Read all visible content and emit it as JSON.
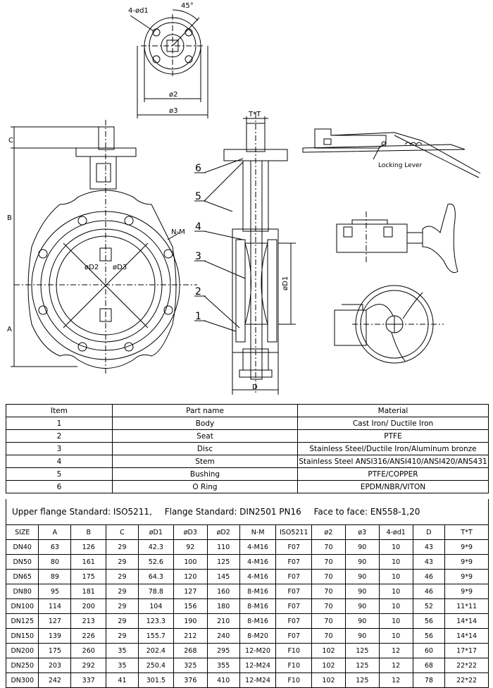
{
  "drawing": {
    "top_flange_labels": {
      "holes": "4-ød1",
      "angle": "45°",
      "pcd": "ø2",
      "od": "ø3"
    },
    "side_labels": {
      "c": "C",
      "b": "B",
      "a": "A",
      "nm": "N-M",
      "d2": "øD2",
      "d3": "øD3"
    },
    "section_labels": {
      "tt": "T*T",
      "d1": "øD1",
      "d": "D",
      "callouts": [
        "6",
        "5",
        "4",
        "3",
        "2",
        "1"
      ]
    },
    "lever_label": "Locking Lever"
  },
  "parts_table": {
    "headers": [
      "Item",
      "Part name",
      "Material"
    ],
    "rows": [
      [
        "1",
        "Body",
        "Cast Iron/ Ductile Iron"
      ],
      [
        "2",
        "Seat",
        "PTFE"
      ],
      [
        "3",
        "Disc",
        "Stainless Steel/Ductile Iron/Aluminum bronze"
      ],
      [
        "4",
        "Stem",
        "Stainless Steel ANSI316/ANSI410/ANSI420/ANS431"
      ],
      [
        "5",
        "Bushing",
        "PTFE/COPPER"
      ],
      [
        "6",
        "O Ring",
        "EPDM/NBR/VITON"
      ]
    ]
  },
  "standards": {
    "upper_flange": "Upper flange Standard: ISO5211,",
    "flange": "Flange Standard: DIN2501 PN16",
    "face_to_face": "Face to face: EN558-1,20"
  },
  "dim_table": {
    "headers": [
      "SIZE",
      "A",
      "B",
      "C",
      "øD1",
      "øD3",
      "øD2",
      "N-M",
      "ISO5211",
      "ø2",
      "ø3",
      "4-ød1",
      "D",
      "T*T"
    ],
    "rows": [
      [
        "DN40",
        "63",
        "126",
        "29",
        "42.3",
        "92",
        "110",
        "4-M16",
        "F07",
        "70",
        "90",
        "10",
        "43",
        "9*9"
      ],
      [
        "DN50",
        "80",
        "161",
        "29",
        "52.6",
        "100",
        "125",
        "4-M16",
        "F07",
        "70",
        "90",
        "10",
        "43",
        "9*9"
      ],
      [
        "DN65",
        "89",
        "175",
        "29",
        "64.3",
        "120",
        "145",
        "4-M16",
        "F07",
        "70",
        "90",
        "10",
        "46",
        "9*9"
      ],
      [
        "DN80",
        "95",
        "181",
        "29",
        "78.8",
        "127",
        "160",
        "8-M16",
        "F07",
        "70",
        "90",
        "10",
        "46",
        "9*9"
      ],
      [
        "DN100",
        "114",
        "200",
        "29",
        "104",
        "156",
        "180",
        "8-M16",
        "F07",
        "70",
        "90",
        "10",
        "52",
        "11*11"
      ],
      [
        "DN125",
        "127",
        "213",
        "29",
        "123.3",
        "190",
        "210",
        "8-M16",
        "F07",
        "70",
        "90",
        "10",
        "56",
        "14*14"
      ],
      [
        "DN150",
        "139",
        "226",
        "29",
        "155.7",
        "212",
        "240",
        "8-M20",
        "F07",
        "70",
        "90",
        "10",
        "56",
        "14*14"
      ],
      [
        "DN200",
        "175",
        "260",
        "35",
        "202.4",
        "268",
        "295",
        "12-M20",
        "F10",
        "102",
        "125",
        "12",
        "60",
        "17*17"
      ],
      [
        "DN250",
        "203",
        "292",
        "35",
        "250.4",
        "325",
        "355",
        "12-M24",
        "F10",
        "102",
        "125",
        "12",
        "68",
        "22*22"
      ],
      [
        "DN300",
        "242",
        "337",
        "41",
        "301.5",
        "376",
        "410",
        "12-M24",
        "F10",
        "102",
        "125",
        "12",
        "78",
        "22*22"
      ]
    ]
  }
}
